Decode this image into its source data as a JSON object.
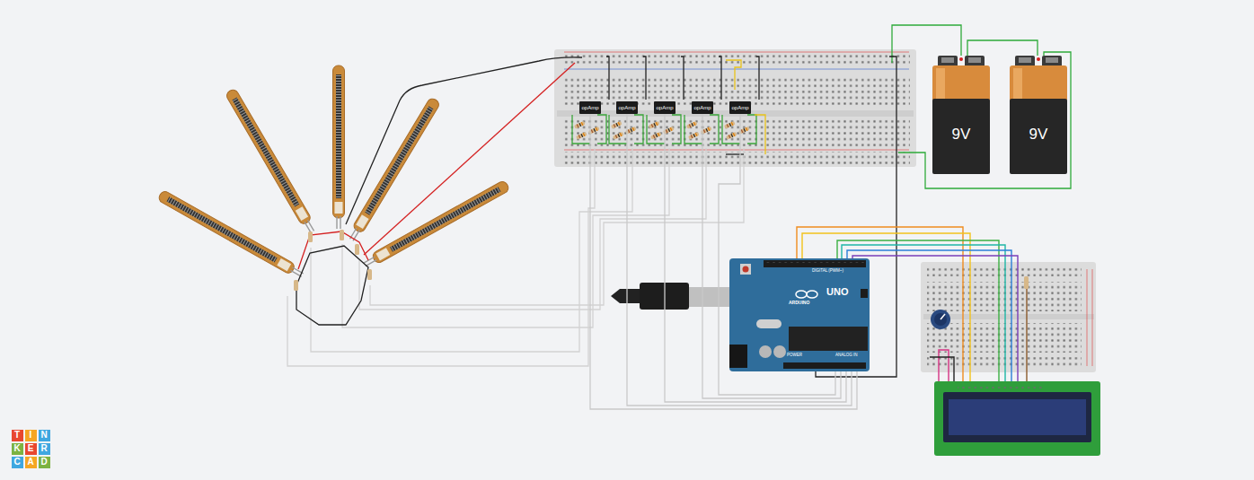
{
  "diagram": {
    "nodes": [
      {
        "text": [
          "opAmp"
        ]
      },
      {
        "text": [
          "opAmp"
        ]
      },
      {
        "text": [
          "opAmp"
        ]
      },
      {
        "text": [
          "opAmp"
        ]
      },
      {
        "text": [
          "opAmp"
        ]
      },
      {
        "text": [
          "9V"
        ]
      },
      {
        "text": [
          "9V"
        ]
      },
      {
        "text": [
          "DIGITAL (PWM~)",
          "ARDUINO",
          "UNO",
          "POWER",
          "ANALOG IN"
        ]
      },
      {
        "text": [
          "T"
        ]
      },
      {
        "text": [
          "I"
        ]
      },
      {
        "text": [
          "N"
        ]
      },
      {
        "text": [
          "K"
        ]
      },
      {
        "text": [
          "E"
        ]
      },
      {
        "text": [
          "R"
        ]
      },
      {
        "text": [
          "C"
        ]
      },
      {
        "text": [
          "A"
        ]
      },
      {
        "text": [
          "D"
        ]
      }
    ],
    "edges": [
      {
        "from": 0,
        "to": 7,
        "arrow": "none"
      },
      {
        "from": 1,
        "to": 7,
        "arrow": "none"
      },
      {
        "from": 2,
        "to": 7,
        "arrow": "none"
      },
      {
        "from": 3,
        "to": 7,
        "arrow": "none"
      },
      {
        "from": 4,
        "to": 7,
        "arrow": "none"
      }
    ]
  }
}
